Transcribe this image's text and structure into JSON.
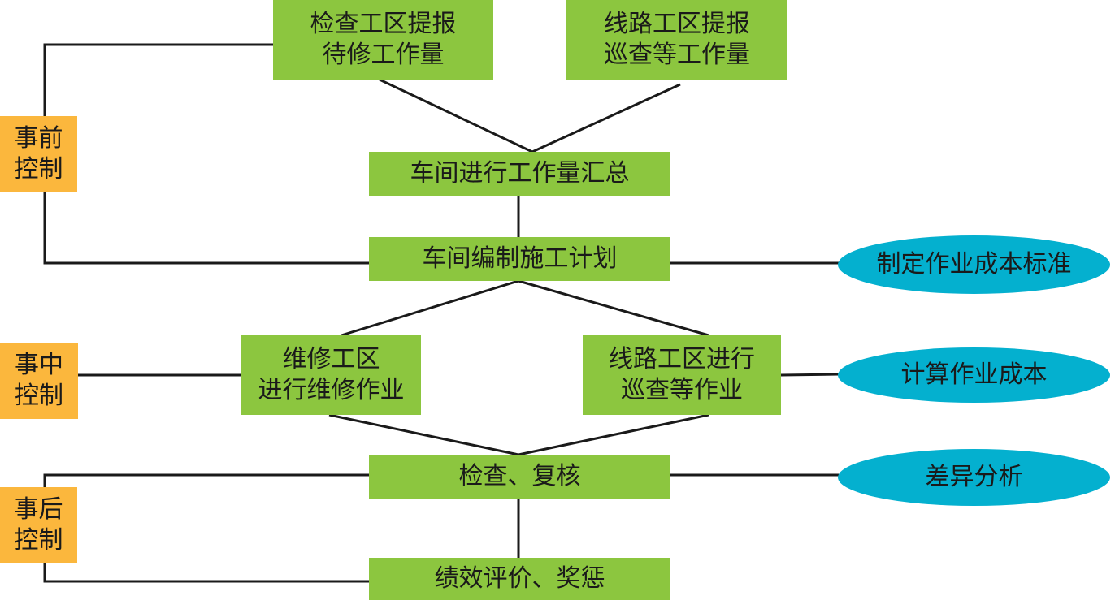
{
  "nodes": {
    "inspection_report": [
      "检查工区提报",
      "待修工作量"
    ],
    "line_report": [
      "线路工区提报",
      "巡查等工作量"
    ],
    "workshop_summary": "车间进行工作量汇总",
    "workshop_plan": "车间编制施工计划",
    "maintenance_work": [
      "维修工区",
      "进行维修作业"
    ],
    "line_patrol": [
      "线路工区进行",
      "巡查等作业"
    ],
    "check_review": "检查、复核",
    "performance_eval": "绩效评价、奖惩"
  },
  "control_labels": {
    "pre": [
      "事前",
      "控制"
    ],
    "mid": [
      "事中",
      "控制"
    ],
    "post": [
      "事后",
      "控制"
    ]
  },
  "cost_labels": {
    "standard": "制定作业成本标准",
    "calculate": "计算作业成本",
    "variance": "差异分析"
  },
  "colors": {
    "process_box": "#8cc63f",
    "control_box": "#fbb73d",
    "cost_ellipse": "#04b0cf",
    "connector": "#1a1a1a"
  }
}
